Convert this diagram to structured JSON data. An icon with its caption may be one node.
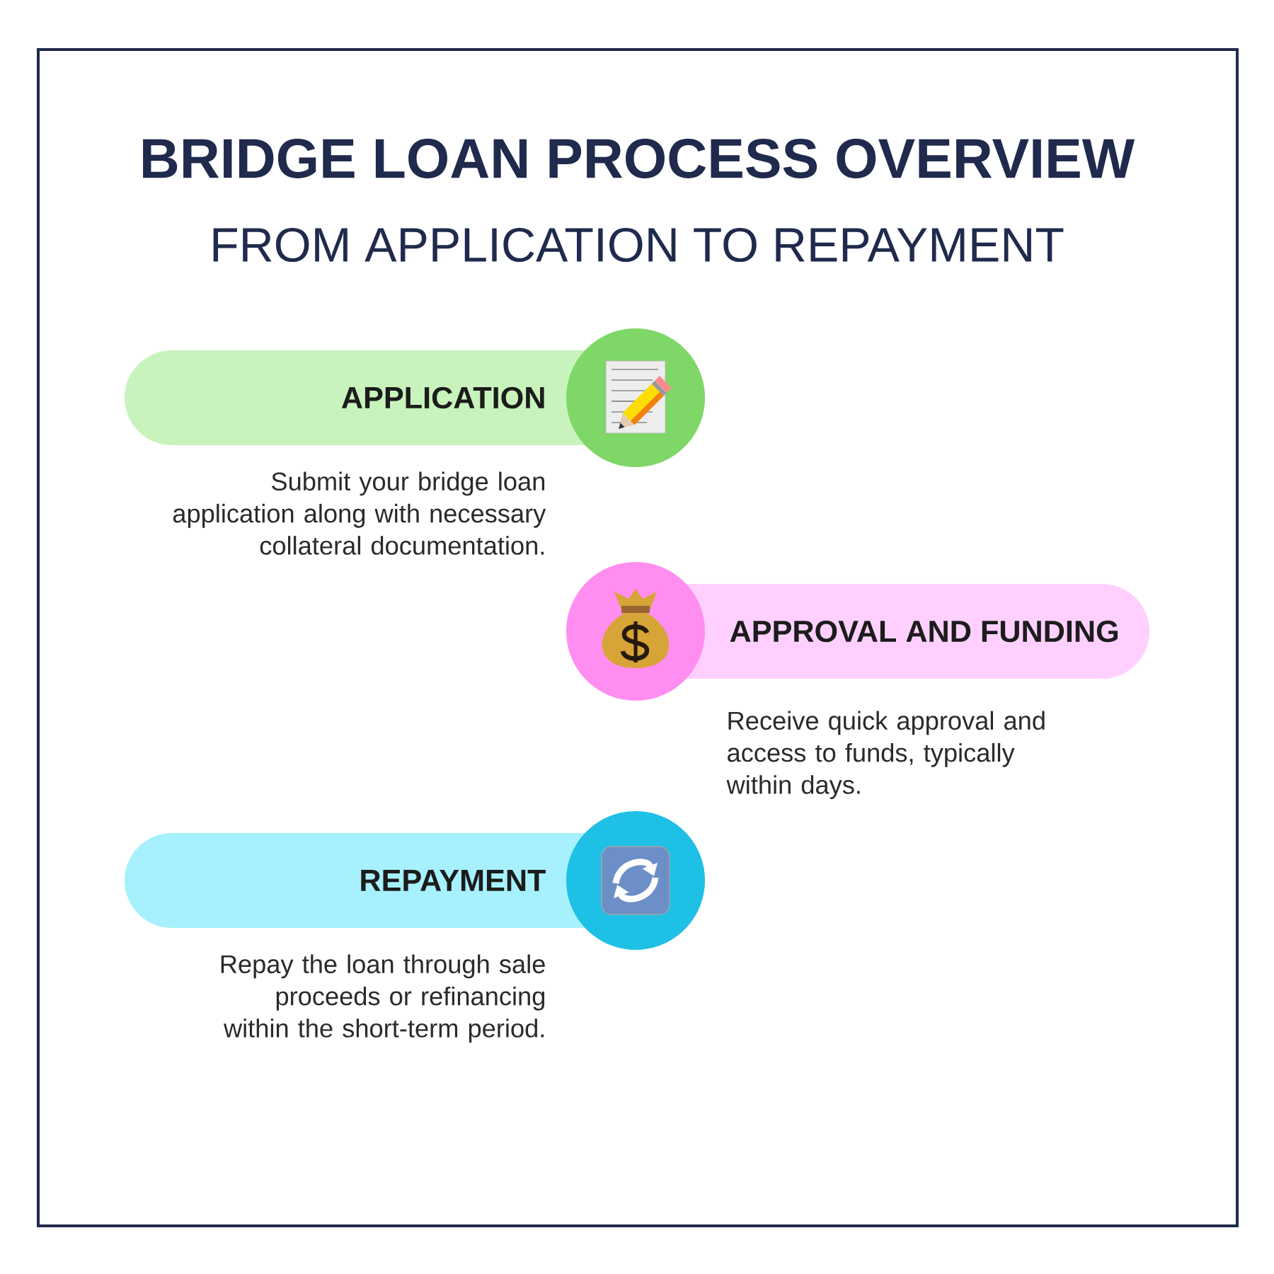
{
  "diagram": {
    "title": "BRIDGE LOAN PROCESS OVERVIEW",
    "nodes": [
      {
        "text": [
          "APPLICATION"
        ],
        "beside": [
          "Submit your bridge loan application along with necessary collateral documentation."
        ]
      },
      {
        "text": [
          "APPROVAL AND FUNDING"
        ],
        "beside": [
          "Receive quick approval and access to funds, typically within days."
        ]
      },
      {
        "text": [
          "REPAYMENT"
        ],
        "beside": [
          "Repay the loan through sale proceeds or refinancing within the short-term period."
        ]
      }
    ],
    "labels": [
      "FROM APPLICATION TO REPAYMENT"
    ]
  }
}
